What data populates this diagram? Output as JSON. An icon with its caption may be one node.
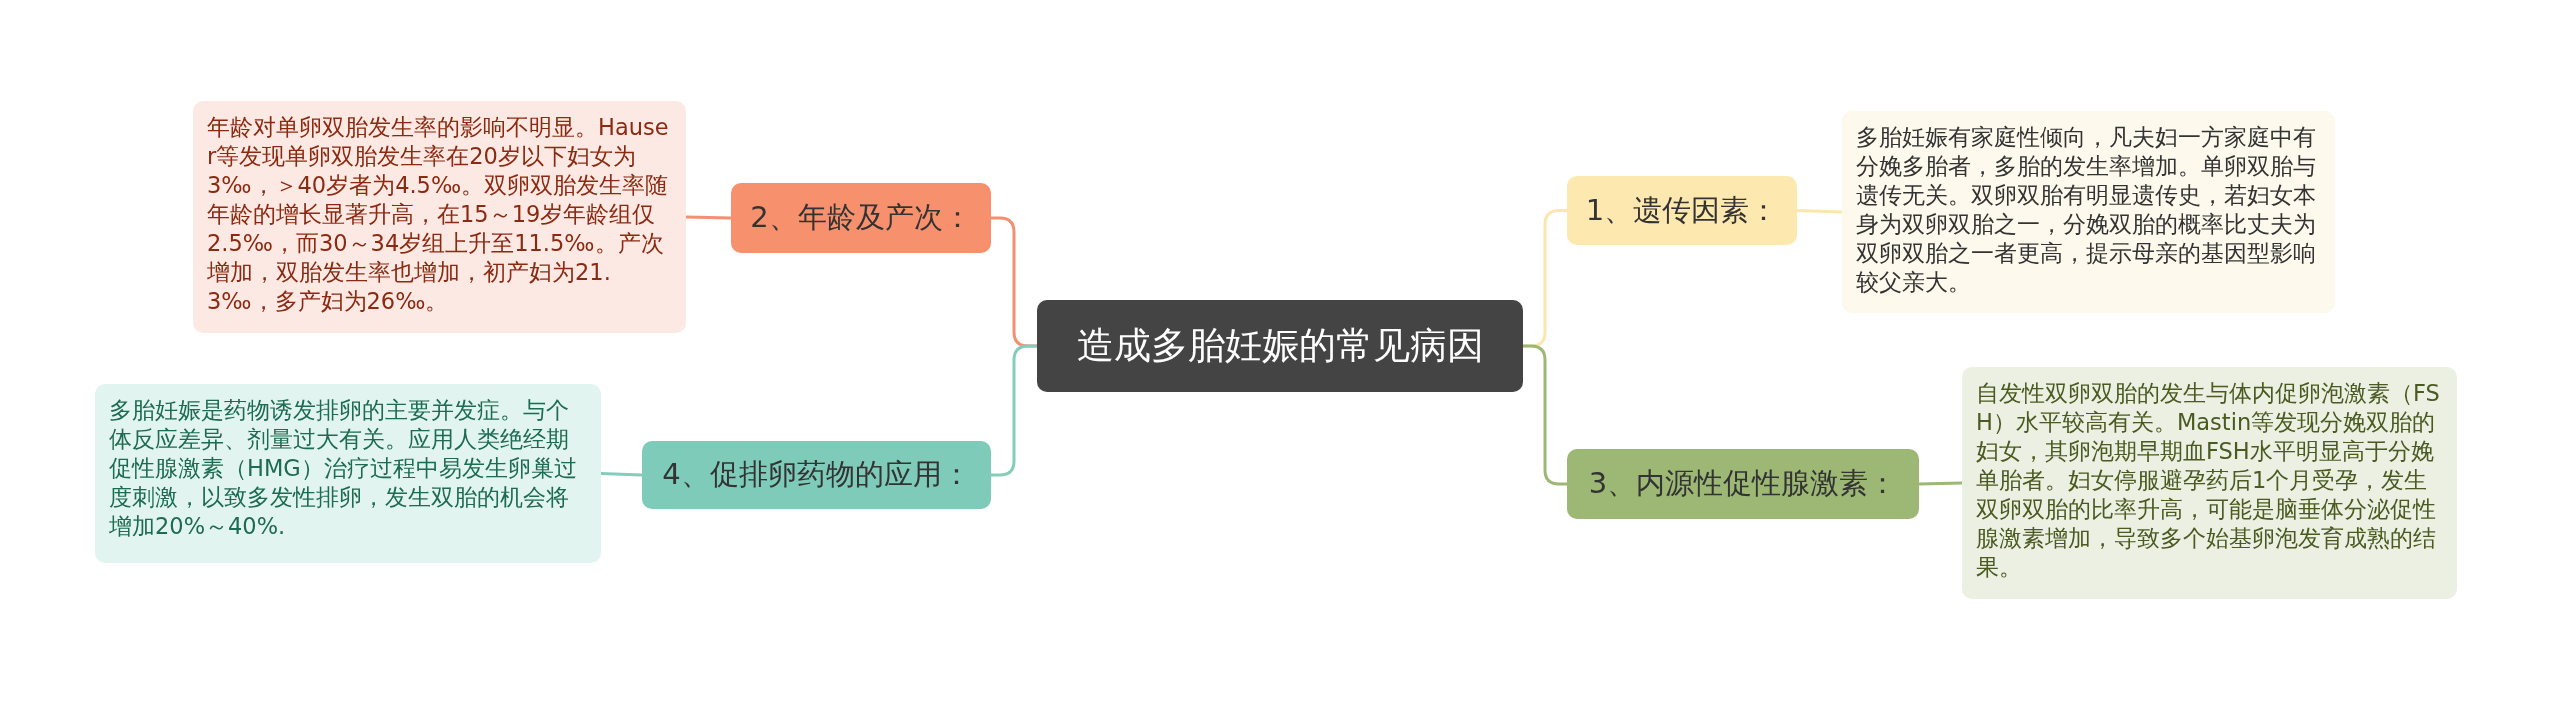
{
  "diagram": {
    "nodes": [
      {
        "text": [
          "造成多胎妊娠的常见病因"
        ]
      },
      {
        "text": [
          "1、遗传因素："
        ]
      },
      {
        "text": [
          "多胎妊娠有家庭性倾向，凡夫妇一方家庭中有分娩多胎者，多胎的发生率增加。单卵双胎与遗传无关。双卵双胎有明显遗传史，若妇女本身为双卵双胎之一，分娩双胎的概率比丈夫为双卵双胎之一者更高，提示母亲的基因型影响较父亲大。"
        ]
      },
      {
        "text": [
          "2、年龄及产次："
        ]
      },
      {
        "text": [
          "年龄对单卵双胎发生率的影响不明显。Hauser等发现单卵双胎发生率在20岁以下妇女为3‰，＞40岁者为4.5‰。双卵双胎发生率随年龄的增长显著升高，在15～19岁年龄组仅2.5‰，而30～34岁组上升至11.5‰。产次增加，双胎发生率也增加，初产妇为21.3‰，多产妇为26‰。"
        ]
      },
      {
        "text": [
          "3、内源性促性腺激素："
        ]
      },
      {
        "text": [
          "自发性双卵双胎的发生与体内促卵泡激素（FSH）水平较高有关。Mastin等发现分娩双胎的妇女，其卵泡期早期血FSH水平明显高于分娩单胎者。妇女停服避孕药后1个月受孕，发生双卵双胎的比率升高，可能是脑垂体分泌促性腺激素增加，导致多个始基卵泡发育成熟的结果。"
        ]
      },
      {
        "text": [
          "4、促排卵药物的应用："
        ]
      },
      {
        "text": [
          "多胎妊娠是药物诱发排卵的主要并发症。与个体反应差异、剂量过大有关。应用人类绝经期促性腺激素（HMG）治疗过程中易发生卵巢过度刺激，以致多发性排卵，发生双胎的机会将增加20%～40%."
        ]
      }
    ],
    "edges": [
      {
        "from": 0,
        "to": 1,
        "arrow": "none",
        "color": "#fbe6ad"
      },
      {
        "from": 1,
        "to": 2,
        "arrow": "none",
        "color": "#fbe6ad"
      },
      {
        "from": 0,
        "to": 3,
        "arrow": "none",
        "color": "#f39072"
      },
      {
        "from": 3,
        "to": 4,
        "arrow": "none",
        "color": "#f39072"
      },
      {
        "from": 0,
        "to": 5,
        "arrow": "none",
        "color": "#9cb874"
      },
      {
        "from": 5,
        "to": 6,
        "arrow": "none",
        "color": "#9cb874"
      },
      {
        "from": 0,
        "to": 7,
        "arrow": "none",
        "color": "#84cdbb"
      },
      {
        "from": 7,
        "to": 8,
        "arrow": "none",
        "color": "#84cdbb"
      }
    ]
  }
}
